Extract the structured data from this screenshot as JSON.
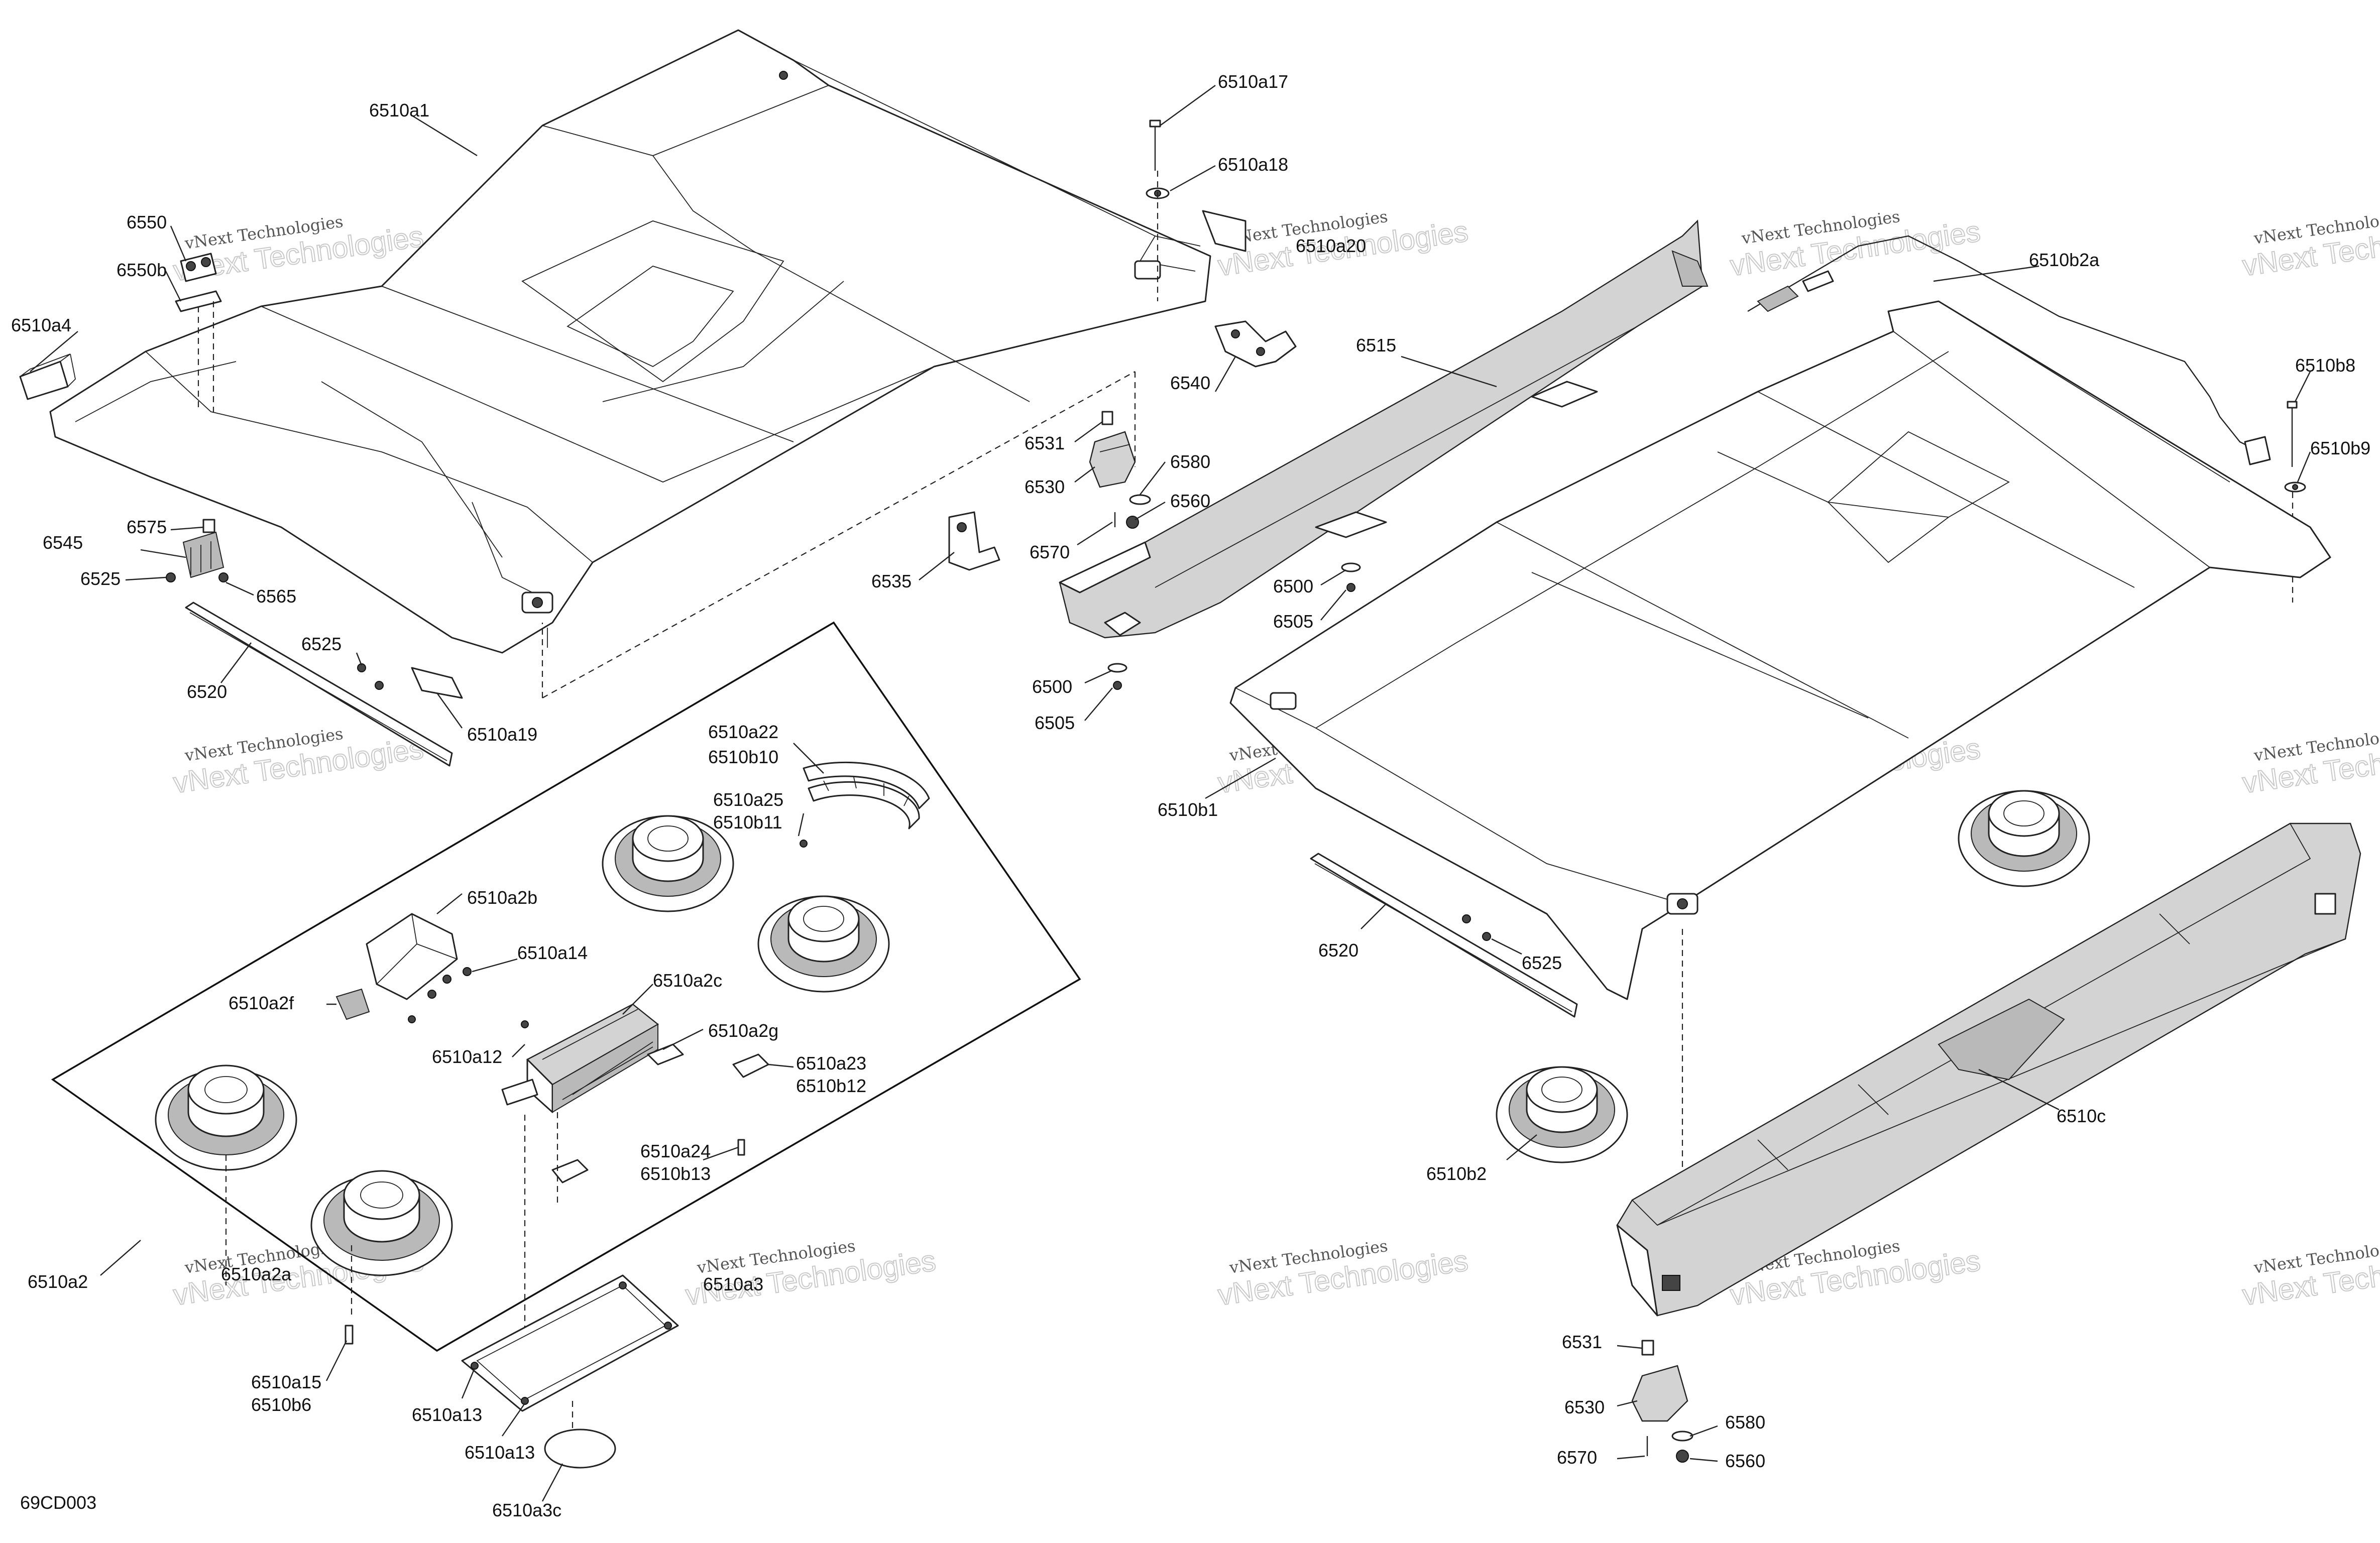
{
  "diagram_code": "69CD003",
  "watermark": {
    "line1": "vNext Technologies",
    "line2": "vNext Technologies"
  },
  "labels": {
    "l6510a1": "6510a1",
    "l6550": "6550",
    "l6550b": "6550b",
    "l6510a4": "6510a4",
    "l6545": "6545",
    "l6575": "6575",
    "l6525a": "6525",
    "l6565": "6565",
    "l6525b": "6525",
    "l6520a": "6520",
    "l6510a19": "6510a19",
    "l6510a17": "6510a17",
    "l6510a18": "6510a18",
    "l6510a20": "6510a20",
    "l6540": "6540",
    "l6531a": "6531",
    "l6530a": "6530",
    "l6580a": "6580",
    "l6560a": "6560",
    "l6570a": "6570",
    "l6535": "6535",
    "l6515": "6515",
    "l6500a": "6500",
    "l6505a": "6505",
    "l6500b": "6500",
    "l6505b": "6505",
    "l6510b2a": "6510b2a",
    "l6510b8": "6510b8",
    "l6510b9": "6510b9",
    "l6510b1": "6510b1",
    "l6520b": "6520",
    "l6525c": "6525",
    "l6510c": "6510c",
    "l6510b2": "6510b2",
    "l6531b": "6531",
    "l6530b": "6530",
    "l6580b": "6580",
    "l6570b": "6570",
    "l6560b": "6560",
    "l6510a22": "6510a22",
    "l6510b10": "6510b10",
    "l6510a25": "6510a25",
    "l6510b11": "6510b11",
    "l6510a2b": "6510a2b",
    "l6510a14": "6510a14",
    "l6510a2f": "6510a2f",
    "l6510a2c": "6510a2c",
    "l6510a2g": "6510a2g",
    "l6510a12": "6510a12",
    "l6510a23": "6510a23",
    "l6510b12": "6510b12",
    "l6510a24": "6510a24",
    "l6510b13": "6510b13",
    "l6510a2": "6510a2",
    "l6510a2a": "6510a2a",
    "l6510a3": "6510a3",
    "l6510a15": "6510a15",
    "l6510b6": "6510b6",
    "l6510a13a": "6510a13",
    "l6510a13b": "6510a13",
    "l6510a3c": "6510a3c"
  }
}
